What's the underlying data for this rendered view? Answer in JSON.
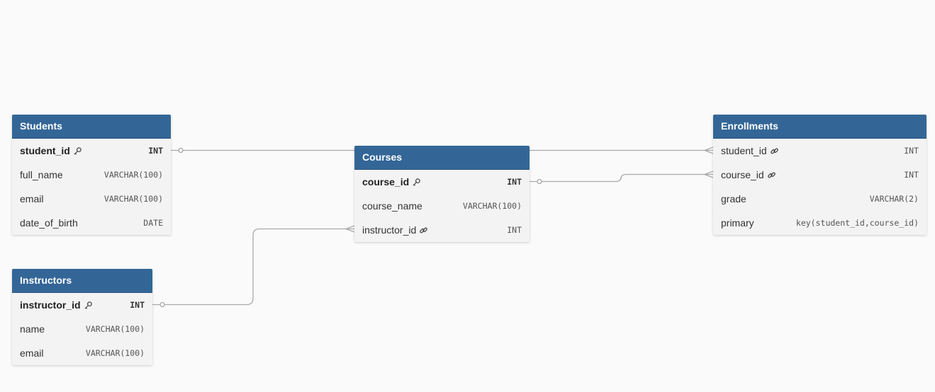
{
  "colors": {
    "header": "#336697",
    "body": "#f3f3f3",
    "connector": "#a9a9a9"
  },
  "tables": {
    "students": {
      "title": "Students",
      "fields": [
        {
          "name": "student_id",
          "type": "INT",
          "icon": "key-icon"
        },
        {
          "name": "full_name",
          "type": "VARCHAR(100)"
        },
        {
          "name": "email",
          "type": "VARCHAR(100)"
        },
        {
          "name": "date_of_birth",
          "type": "DATE"
        }
      ]
    },
    "instructors": {
      "title": "Instructors",
      "fields": [
        {
          "name": "instructor_id",
          "type": "INT",
          "icon": "key-icon"
        },
        {
          "name": "name",
          "type": "VARCHAR(100)"
        },
        {
          "name": "email",
          "type": "VARCHAR(100)"
        }
      ]
    },
    "courses": {
      "title": "Courses",
      "fields": [
        {
          "name": "course_id",
          "type": "INT",
          "icon": "key-icon"
        },
        {
          "name": "course_name",
          "type": "VARCHAR(100)"
        },
        {
          "name": "instructor_id",
          "type": "INT",
          "icon": "link-icon"
        }
      ]
    },
    "enrollments": {
      "title": "Enrollments",
      "fields": [
        {
          "name": "student_id",
          "type": "INT",
          "icon": "link-icon"
        },
        {
          "name": "course_id",
          "type": "INT",
          "icon": "link-icon"
        },
        {
          "name": "grade",
          "type": "VARCHAR(2)"
        },
        {
          "name": "primary",
          "type": "key(student_id,course_id)"
        }
      ]
    }
  },
  "relationships": [
    {
      "from": "Students.student_id",
      "to": "Enrollments.student_id",
      "cardinality": "one-to-many"
    },
    {
      "from": "Courses.course_id",
      "to": "Enrollments.course_id",
      "cardinality": "one-to-many"
    },
    {
      "from": "Instructors.instructor_id",
      "to": "Courses.instructor_id",
      "cardinality": "one-to-many"
    }
  ]
}
